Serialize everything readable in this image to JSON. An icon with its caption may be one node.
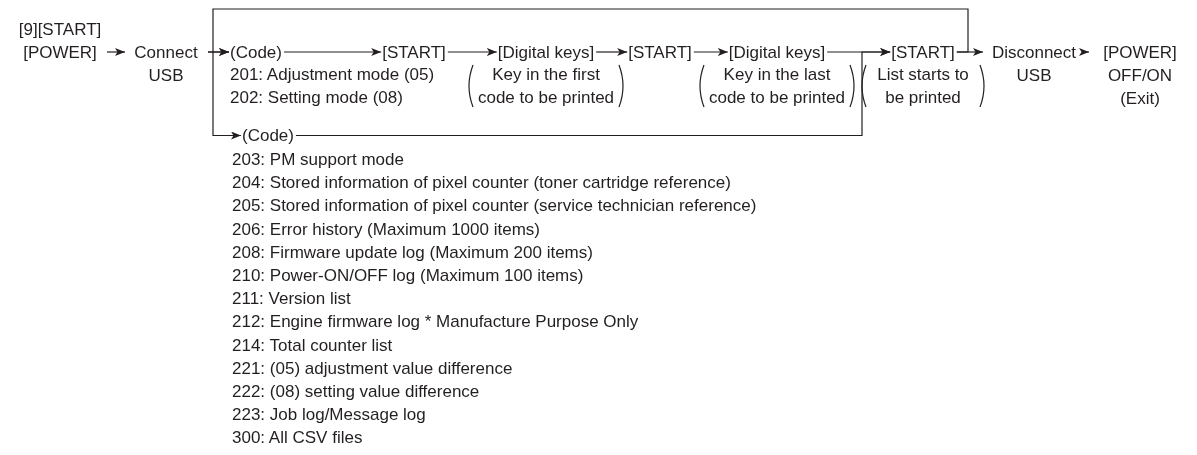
{
  "diagram": {
    "nodes": [
      {
        "text": [
          "[9][START] [POWER]"
        ]
      },
      {
        "text": [
          "Connect USB"
        ]
      },
      {
        "text": [
          "(Code)"
        ],
        "beside": [
          "201: Adjustment mode (05)",
          "202: Setting mode (08)"
        ]
      },
      {
        "text": [
          "[START]"
        ]
      },
      {
        "text": [
          "[Digital keys]"
        ],
        "beside": [
          "Key in the first code to be printed"
        ]
      },
      {
        "text": [
          "[START]"
        ]
      },
      {
        "text": [
          "[Digital keys]"
        ],
        "beside": [
          "Key in the last code to be printed"
        ]
      },
      {
        "text": [
          "(Code)"
        ],
        "beside": [
          "203: PM support mode",
          "204: Stored information of pixel counter (toner cartridge reference)",
          "205: Stored information of pixel counter (service technician reference)",
          "206: Error history (Maximum 1000 items)",
          "208: Firmware update log (Maximum 200 items)",
          "210: Power-ON/OFF log (Maximum 100 items)",
          "211: Version list",
          "212: Engine firmware log * Manufacture Purpose Only",
          "214: Total counter list",
          "221: (05) adjustment value difference",
          "222: (08) setting value difference",
          "223: Job log/Message log",
          "300: All CSV files"
        ]
      },
      {
        "text": [
          "[START]"
        ],
        "beside": [
          "List starts to be printed"
        ]
      },
      {
        "text": [
          "Disconnect USB"
        ]
      },
      {
        "text": [
          "[POWER] OFF/ON (Exit)"
        ]
      }
    ],
    "edges": [
      {
        "from": 0,
        "to": 1,
        "arrow": "to"
      },
      {
        "from": 1,
        "to": 2,
        "arrow": "to"
      },
      {
        "from": 1,
        "to": 7,
        "arrow": "to"
      },
      {
        "from": 2,
        "to": 3,
        "arrow": "to"
      },
      {
        "from": 3,
        "to": 4,
        "arrow": "to"
      },
      {
        "from": 4,
        "to": 5,
        "arrow": "to"
      },
      {
        "from": 5,
        "to": 6,
        "arrow": "to"
      },
      {
        "from": 6,
        "to": 8,
        "arrow": "to"
      },
      {
        "from": 7,
        "to": 8,
        "arrow": "to"
      },
      {
        "from": 8,
        "to": 2,
        "arrow": "to"
      },
      {
        "from": 8,
        "to": 9,
        "arrow": "to"
      },
      {
        "from": 9,
        "to": 10,
        "arrow": "to"
      }
    ]
  }
}
